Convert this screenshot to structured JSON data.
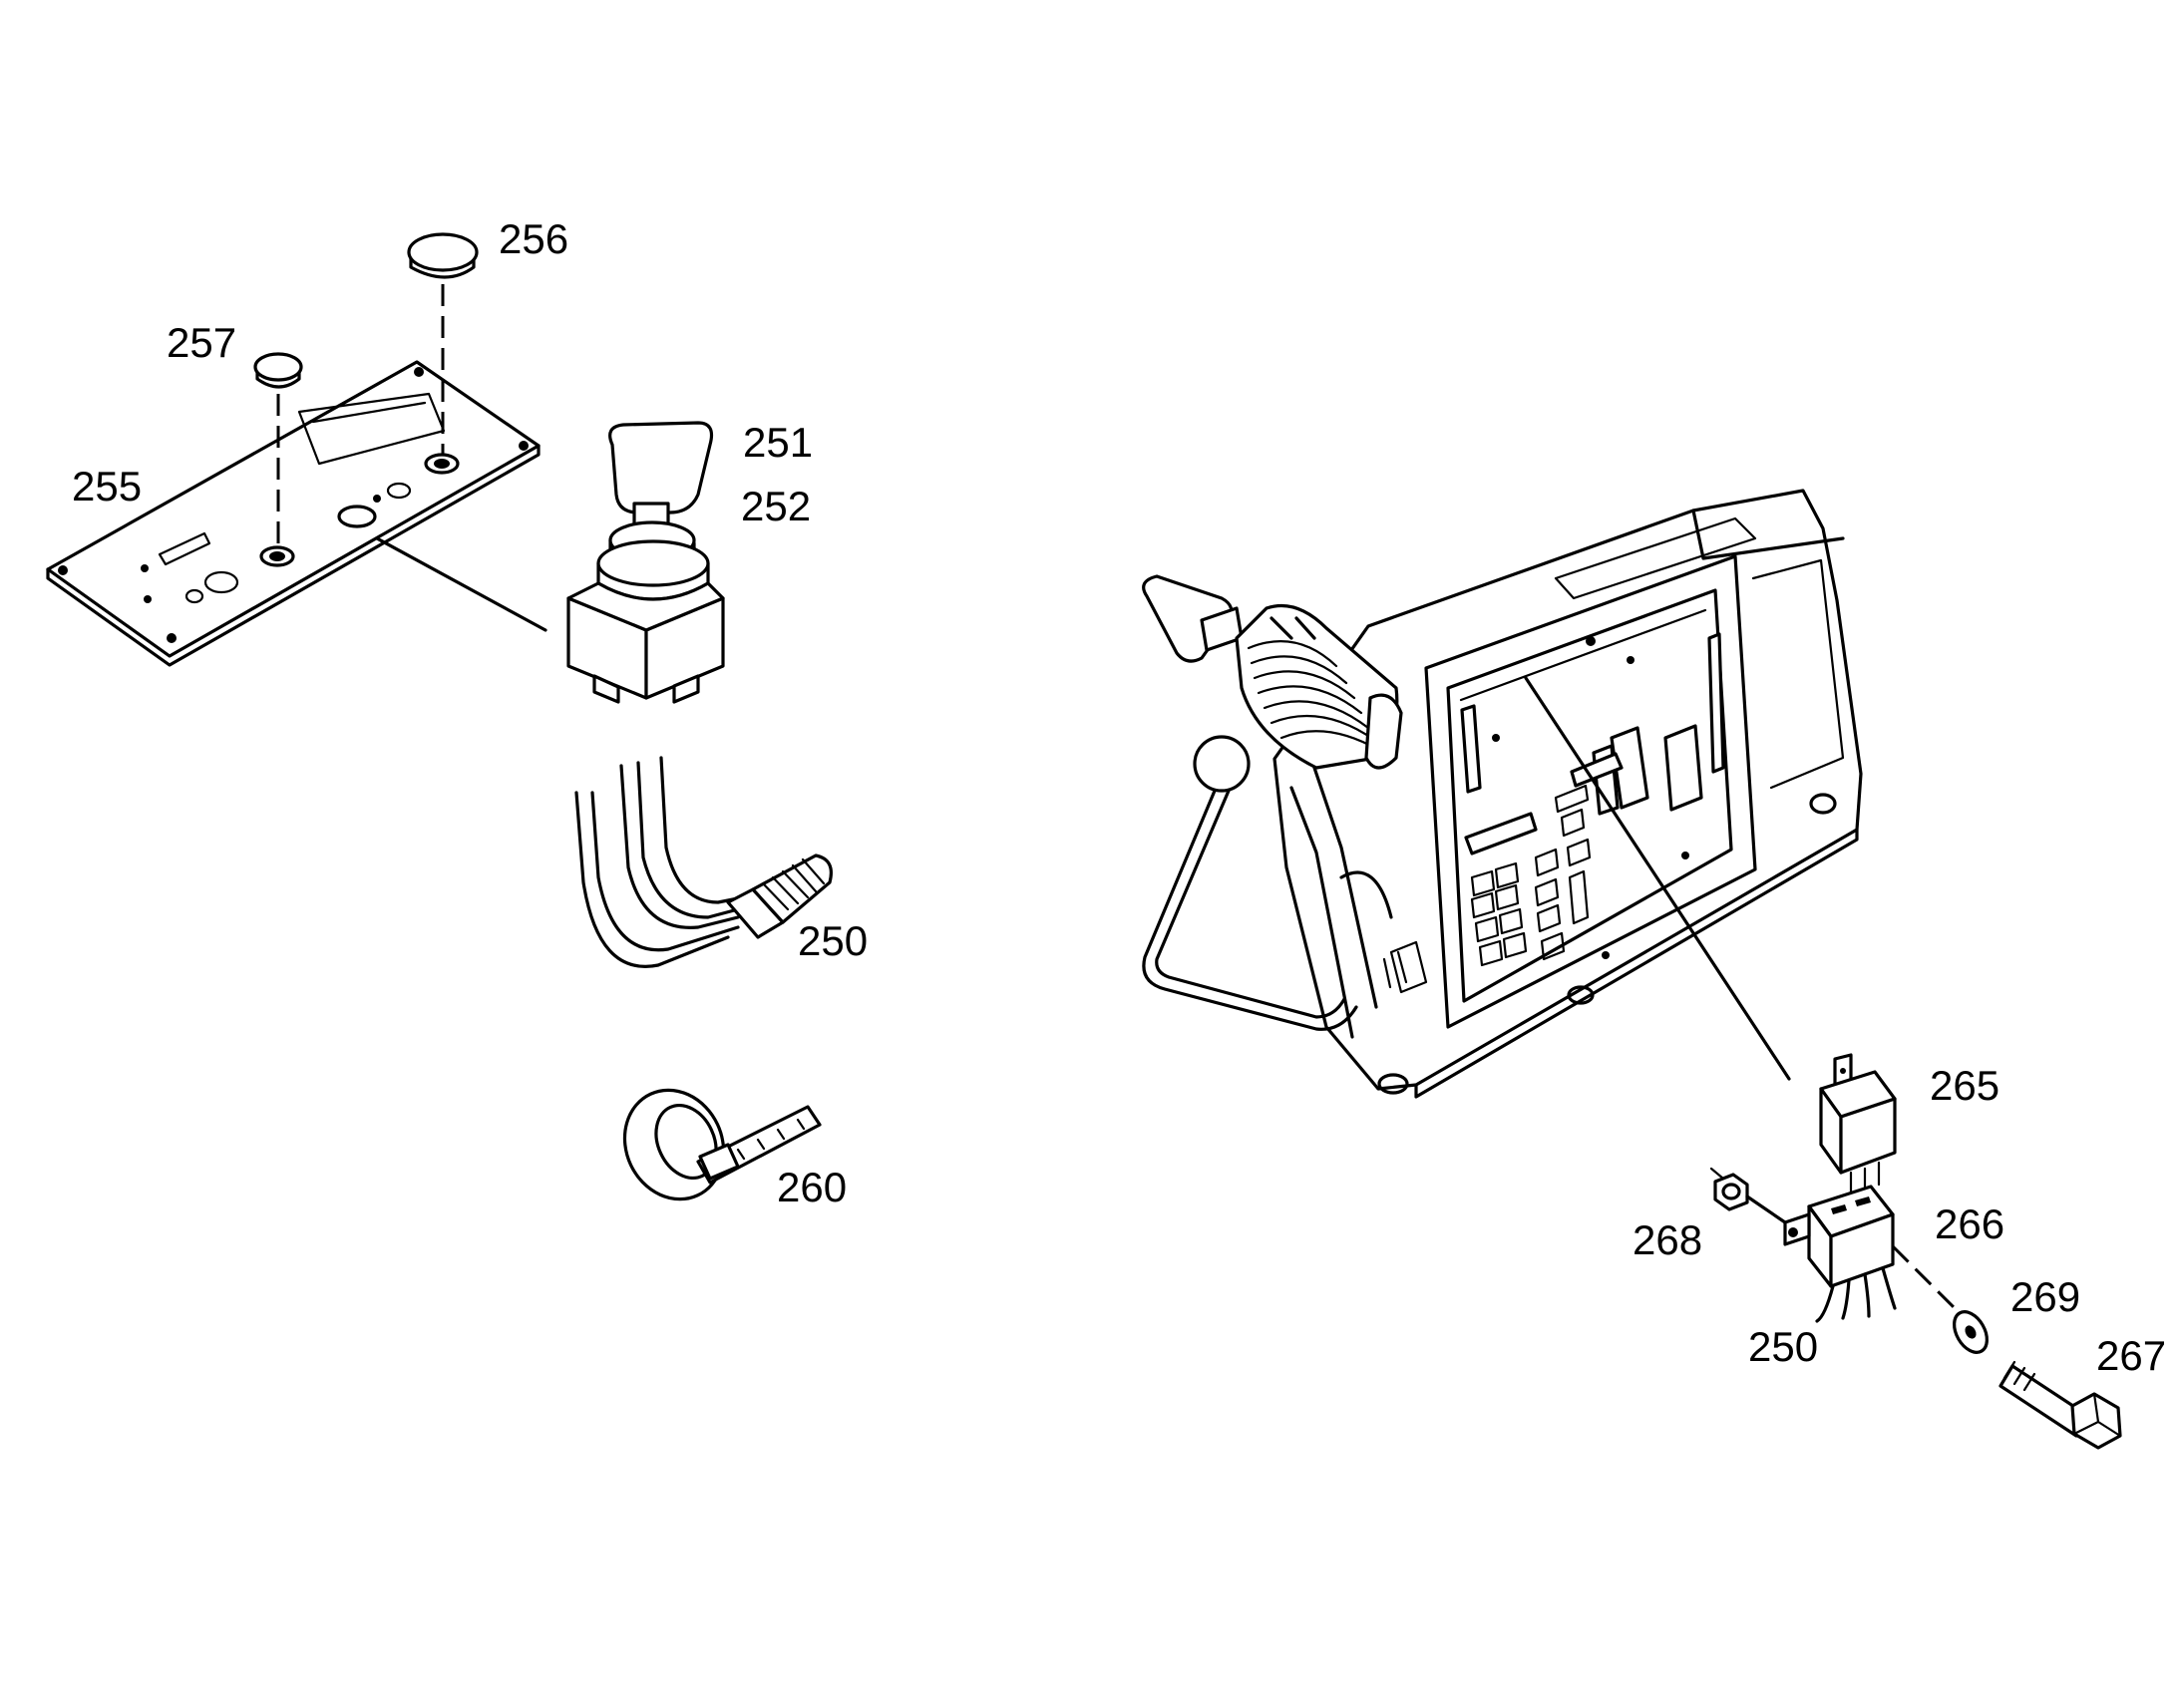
{
  "colors": {
    "line": "#000000",
    "background": "#ffffff"
  },
  "callouts": {
    "c256": "256",
    "c257": "257",
    "c255": "255",
    "c251": "251",
    "c252": "252",
    "c250a": "250",
    "c260": "260",
    "c265": "265",
    "c266": "266",
    "c268": "268",
    "c269": "269",
    "c250b": "250",
    "c267": "267"
  }
}
